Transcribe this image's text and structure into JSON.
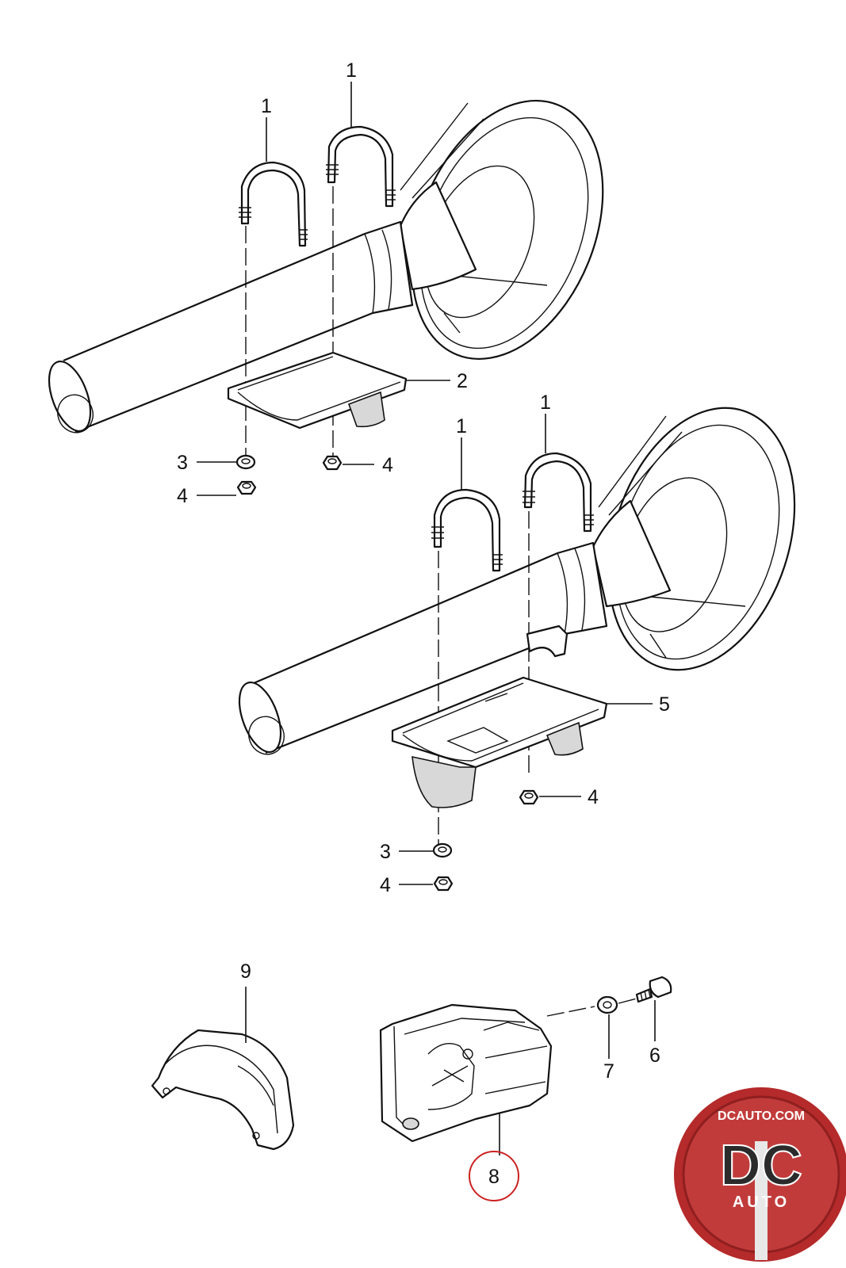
{
  "callouts": {
    "a_ubolt_left": "1",
    "a_ubolt_right": "1",
    "a_bracket": "2",
    "a_washer": "3",
    "a_nut_lower": "4",
    "a_nut_right": "4",
    "b_ubolt_left": "1",
    "b_ubolt_right": "1",
    "b_bracket": "5",
    "b_nut_right": "4",
    "b_washer": "3",
    "b_nut_lower": "4",
    "c_cover_left": "9",
    "c_housing": "8",
    "c_washer": "7",
    "c_bolt": "6"
  },
  "logo": {
    "site": "DCAUTO.COM",
    "mark": "DC",
    "word": "AUTO"
  },
  "colors": {
    "line": "#111111",
    "highlight_circle": "#cc2222",
    "logo_red": "#b52a2a",
    "logo_dark": "#2b2b2b"
  }
}
